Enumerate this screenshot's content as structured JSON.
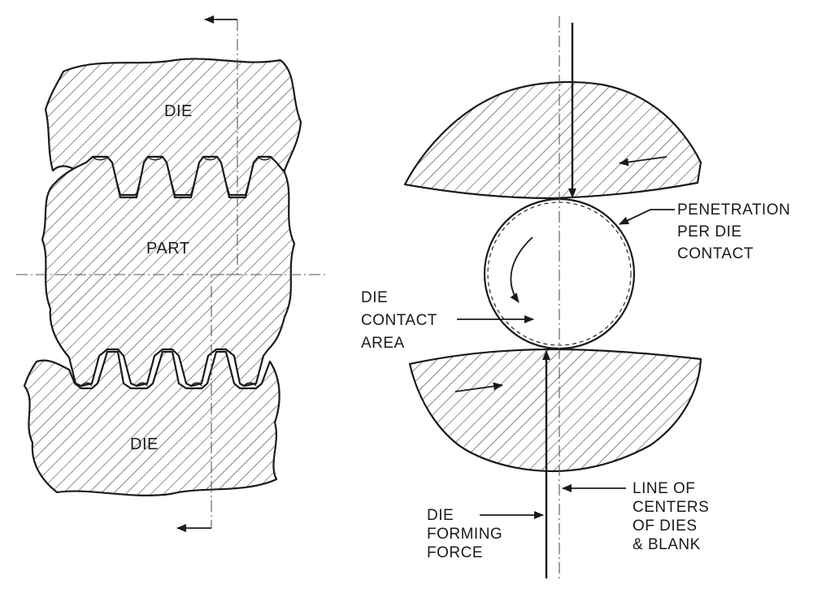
{
  "left_view": {
    "die_top_label": "DIE",
    "part_label": "PART",
    "die_bottom_label": "DIE"
  },
  "right_view": {
    "penetration_label": [
      "PENETRATION",
      "PER DIE",
      "CONTACT"
    ],
    "die_contact_area_label": [
      "DIE",
      "CONTACT",
      "AREA"
    ],
    "line_of_centers_label": [
      "LINE OF",
      "CENTERS",
      "OF DIES",
      "& BLANK"
    ],
    "die_forming_force_label": [
      "DIE",
      "FORMING",
      "FORCE"
    ]
  },
  "colors": {
    "ink": "#1a1a1a",
    "background": "#ffffff"
  }
}
